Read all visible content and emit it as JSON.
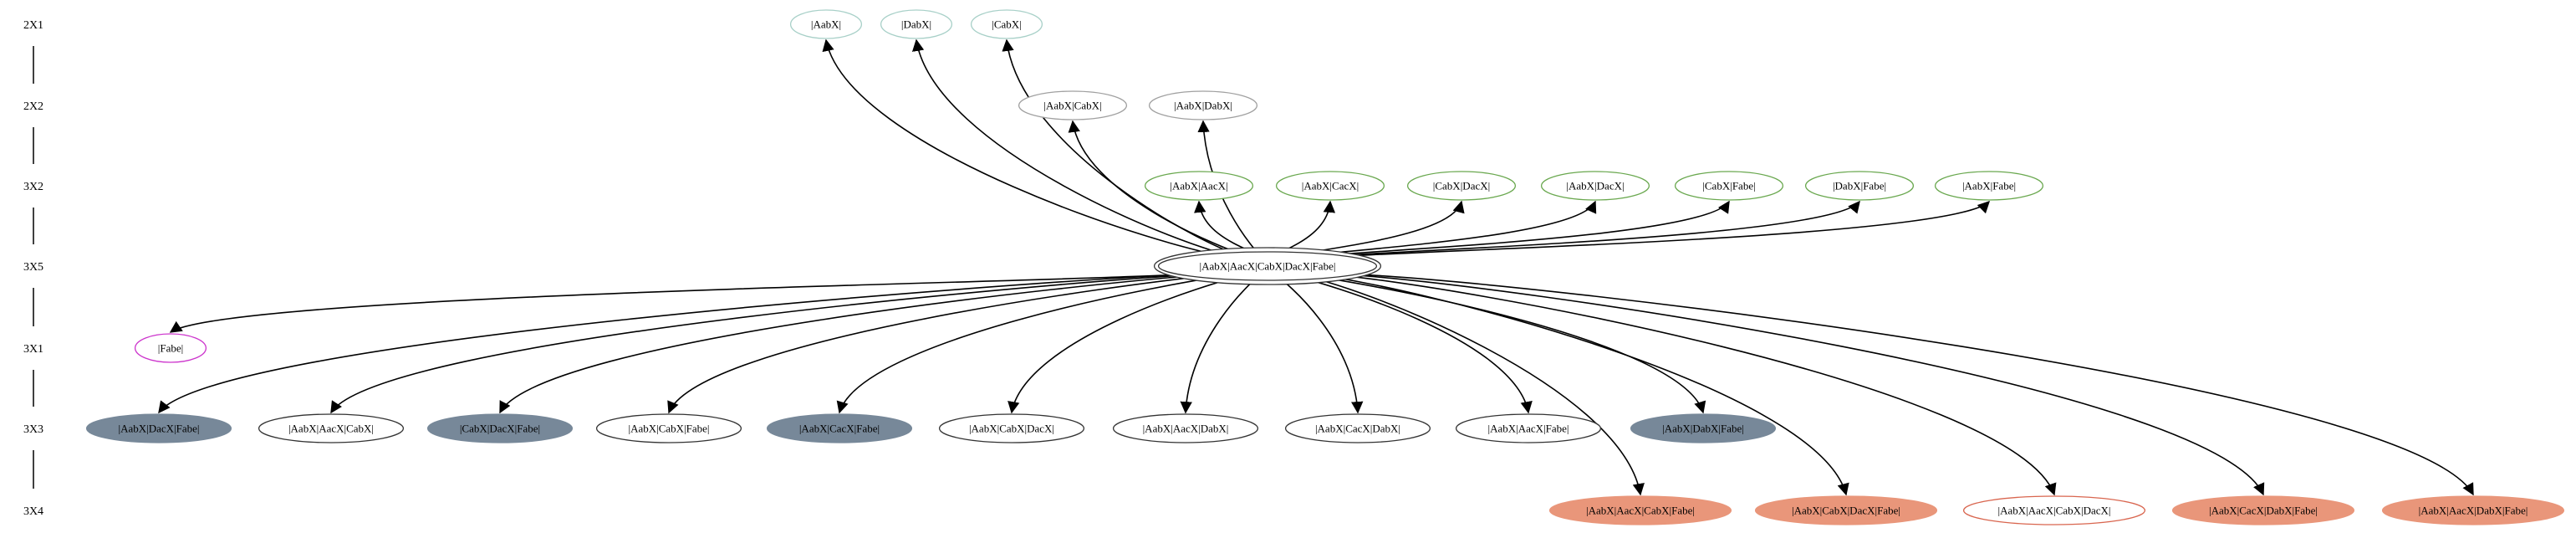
{
  "colors": {
    "edge": "#000000",
    "border_green_light": "#a8d0c8",
    "border_green": "#6aa84f",
    "border_gray": "#a0a0a0",
    "border_black": "#333333",
    "border_magenta": "#cc33cc",
    "border_salmon": "#d9664f",
    "fill_slate": "#778899",
    "fill_salmon": "#e9967a",
    "fill_white": "#ffffff"
  },
  "rank_labels": [
    "2X1",
    "2X2",
    "3X2",
    "3X5",
    "3X1",
    "3X3",
    "3X4"
  ],
  "nodes": [
    {
      "id": "n_aabx",
      "label": "|AabX|",
      "rank": 0,
      "style": "green_light"
    },
    {
      "id": "n_dabx",
      "label": "|DabX|",
      "rank": 0,
      "style": "green_light"
    },
    {
      "id": "n_cabx",
      "label": "|CabX|",
      "rank": 0,
      "style": "green_light"
    },
    {
      "id": "n_aabx_cabx",
      "label": "|AabX|CabX|",
      "rank": 1,
      "style": "gray"
    },
    {
      "id": "n_aabx_dabx",
      "label": "|AabX|DabX|",
      "rank": 1,
      "style": "gray"
    },
    {
      "id": "n_aabx_aacx",
      "label": "|AabX|AacX|",
      "rank": 2,
      "style": "green"
    },
    {
      "id": "n_aabx_cacx",
      "label": "|AabX|CacX|",
      "rank": 2,
      "style": "green"
    },
    {
      "id": "n_cabx_dacx",
      "label": "|CabX|DacX|",
      "rank": 2,
      "style": "green"
    },
    {
      "id": "n_aabx_dacx",
      "label": "|AabX|DacX|",
      "rank": 2,
      "style": "green"
    },
    {
      "id": "n_cabx_fabe",
      "label": "|CabX|Fabe|",
      "rank": 2,
      "style": "green"
    },
    {
      "id": "n_dabx_fabe",
      "label": "|DabX|Fabe|",
      "rank": 2,
      "style": "green"
    },
    {
      "id": "n_aabx_fabe",
      "label": "|AabX|Fabe|",
      "rank": 2,
      "style": "green"
    },
    {
      "id": "n_root",
      "label": "|AabX|AacX|CabX|DacX|Fabe|",
      "rank": 3,
      "style": "double"
    },
    {
      "id": "n_fabe",
      "label": "|Fabe|",
      "rank": 4,
      "style": "magenta"
    },
    {
      "id": "n_aabx_dacx_fabe",
      "label": "|AabX|DacX|Fabe|",
      "rank": 5,
      "style": "slate"
    },
    {
      "id": "n_aabx_aacx_cabx",
      "label": "|AabX|AacX|CabX|",
      "rank": 5,
      "style": "black"
    },
    {
      "id": "n_cabx_dacx_fabe",
      "label": "|CabX|DacX|Fabe|",
      "rank": 5,
      "style": "slate"
    },
    {
      "id": "n_aabx_cabx_fabe",
      "label": "|AabX|CabX|Fabe|",
      "rank": 5,
      "style": "black"
    },
    {
      "id": "n_aabx_cacx_fabe",
      "label": "|AabX|CacX|Fabe|",
      "rank": 5,
      "style": "slate"
    },
    {
      "id": "n_aabx_cabx_dacx",
      "label": "|AabX|CabX|DacX|",
      "rank": 5,
      "style": "black"
    },
    {
      "id": "n_aabx_aacx_dabx",
      "label": "|AabX|AacX|DabX|",
      "rank": 5,
      "style": "black"
    },
    {
      "id": "n_aabx_cacx_dabx",
      "label": "|AabX|CacX|DabX|",
      "rank": 5,
      "style": "black"
    },
    {
      "id": "n_aabx_aacx_fabe",
      "label": "|AabX|AacX|Fabe|",
      "rank": 5,
      "style": "black"
    },
    {
      "id": "n_aabx_dabx_fabe",
      "label": "|AabX|DabX|Fabe|",
      "rank": 5,
      "style": "slate"
    },
    {
      "id": "n_aabx_aacx_cabx_fabe",
      "label": "|AabX|AacX|CabX|Fabe|",
      "rank": 6,
      "style": "salmon"
    },
    {
      "id": "n_aabx_cabx_dacx_fabe",
      "label": "|AabX|CabX|DacX|Fabe|",
      "rank": 6,
      "style": "salmon"
    },
    {
      "id": "n_aabx_aacx_cabx_dacx",
      "label": "|AabX|AacX|CabX|DacX|",
      "rank": 6,
      "style": "salmon_outline"
    },
    {
      "id": "n_aabx_cacx_dabx_fabe",
      "label": "|AabX|CacX|DabX|Fabe|",
      "rank": 6,
      "style": "salmon"
    },
    {
      "id": "n_aabx_aacx_dabx_fabe",
      "label": "|AabX|AacX|DabX|Fabe|",
      "rank": 6,
      "style": "salmon"
    }
  ],
  "edges": [
    [
      "n_root",
      "n_aabx"
    ],
    [
      "n_root",
      "n_dabx"
    ],
    [
      "n_root",
      "n_cabx"
    ],
    [
      "n_root",
      "n_aabx_cabx"
    ],
    [
      "n_root",
      "n_aabx_dabx"
    ],
    [
      "n_root",
      "n_aabx_aacx"
    ],
    [
      "n_root",
      "n_aabx_cacx"
    ],
    [
      "n_root",
      "n_cabx_dacx"
    ],
    [
      "n_root",
      "n_aabx_dacx"
    ],
    [
      "n_root",
      "n_cabx_fabe"
    ],
    [
      "n_root",
      "n_dabx_fabe"
    ],
    [
      "n_root",
      "n_aabx_fabe"
    ],
    [
      "n_root",
      "n_fabe"
    ],
    [
      "n_root",
      "n_aabx_dacx_fabe"
    ],
    [
      "n_root",
      "n_aabx_aacx_cabx"
    ],
    [
      "n_root",
      "n_cabx_dacx_fabe"
    ],
    [
      "n_root",
      "n_aabx_cabx_fabe"
    ],
    [
      "n_root",
      "n_aabx_cacx_fabe"
    ],
    [
      "n_root",
      "n_aabx_cabx_dacx"
    ],
    [
      "n_root",
      "n_aabx_aacx_dabx"
    ],
    [
      "n_root",
      "n_aabx_cacx_dabx"
    ],
    [
      "n_root",
      "n_aabx_aacx_fabe"
    ],
    [
      "n_root",
      "n_aabx_dabx_fabe"
    ],
    [
      "n_root",
      "n_aabx_aacx_cabx_fabe"
    ],
    [
      "n_root",
      "n_aabx_cabx_dacx_fabe"
    ],
    [
      "n_root",
      "n_aabx_aacx_cabx_dacx"
    ],
    [
      "n_root",
      "n_aabx_cacx_dabx_fabe"
    ],
    [
      "n_root",
      "n_aabx_aacx_dabx_fabe"
    ]
  ]
}
